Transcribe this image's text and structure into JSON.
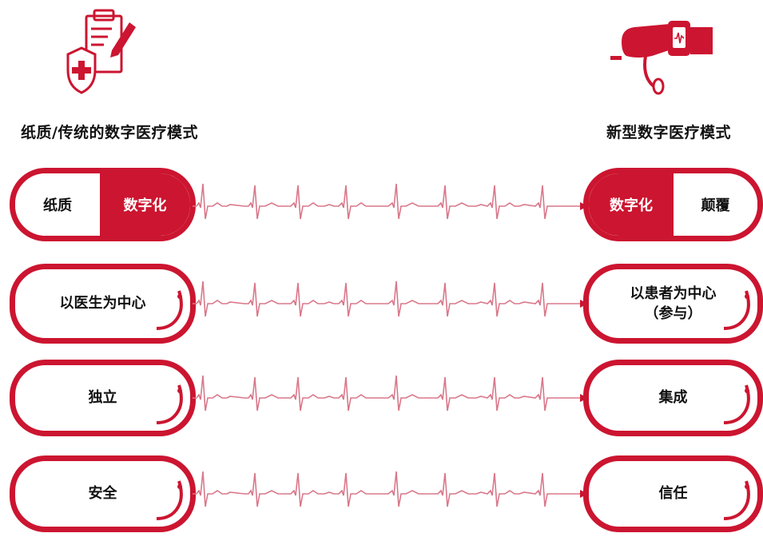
{
  "headings": {
    "left": "纸质/传统的数字医疗模式",
    "right": "新型数字医疗模式"
  },
  "icons": {
    "left": "clipboard-shield-icon",
    "right": "hand-smartwatch-icon"
  },
  "rows": [
    {
      "left_a": "纸质",
      "left_b": "数字化",
      "right_a": "数字化",
      "right_b": "颠覆"
    },
    {
      "left": "以医生为中心",
      "right_line1": "以患者为中心",
      "right_line2": "（参与）"
    },
    {
      "left": "独立",
      "right": "集成"
    },
    {
      "left": "安全",
      "right": "信任"
    }
  ],
  "colors": {
    "accent": "#cc1530",
    "ecg": "#d9788a"
  }
}
